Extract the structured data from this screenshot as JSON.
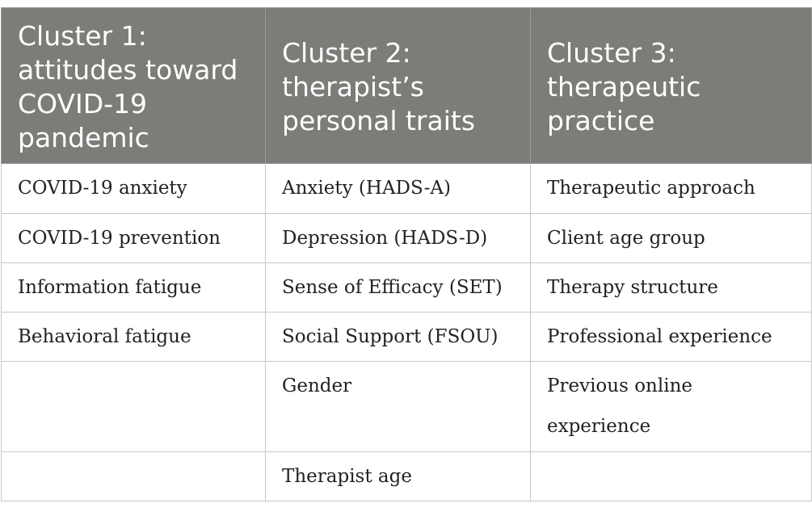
{
  "table": {
    "headers": [
      "Cluster 1: attitudes toward COVID-19 pandemic",
      "Cluster 2: therapist’s personal traits",
      "Cluster 3: therapeutic practice"
    ],
    "rows": [
      [
        "COVID-19 anxiety",
        "Anxiety (HADS-A)",
        "Therapeutic approach"
      ],
      [
        "COVID-19 prevention",
        "Depression (HADS-D)",
        "Client age group"
      ],
      [
        "Information fatigue",
        "Sense of Efficacy (SET)",
        "Therapy structure"
      ],
      [
        "Behavioral fatigue",
        "Social Support (FSOU)",
        "Professional experience"
      ],
      [
        "",
        "Gender",
        "Previous online experience"
      ],
      [
        "",
        "Therapist age",
        ""
      ]
    ]
  },
  "colors": {
    "header_bg": "#7c7d79",
    "header_text": "#ffffff",
    "border": "#c7c7c7"
  }
}
